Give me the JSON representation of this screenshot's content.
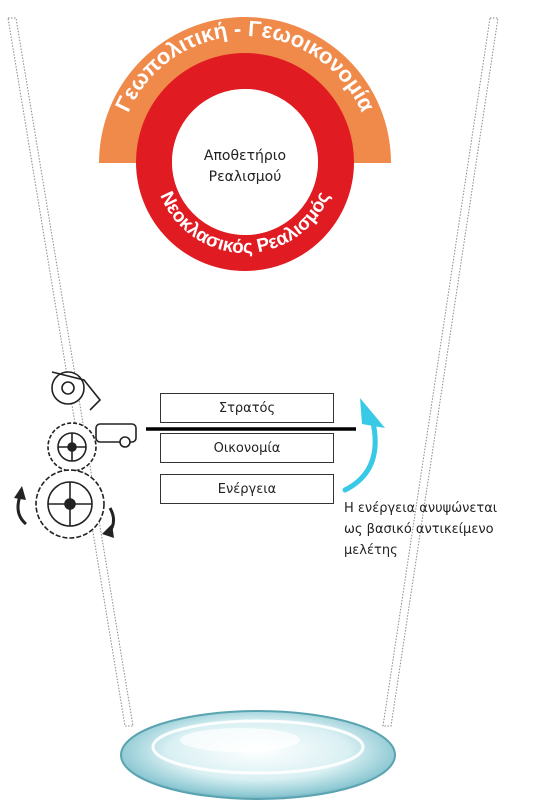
{
  "outer_arc_label": "Γεωπολιτική - Γεωοικονομία",
  "inner_ring_label": "Νεοκλασικός Ρεαλισμός",
  "center": {
    "line1": "Αποθετήριο",
    "line2": "Ρεαλισμού"
  },
  "boxes": [
    "Στρατός",
    "Οικονομία",
    "Ενέργεια"
  ],
  "annotation": [
    "Η ενέργεια ανυψώνεται",
    "ως βασικό αντικείμενο",
    "μελέτης"
  ],
  "colors": {
    "outer_arc": "#f08a4b",
    "inner_ring": "#e11b22",
    "arrow": "#37c9e6"
  },
  "icons": [
    "gear-mechanism-icon",
    "lens-dish-icon",
    "curved-arrow-icon"
  ]
}
